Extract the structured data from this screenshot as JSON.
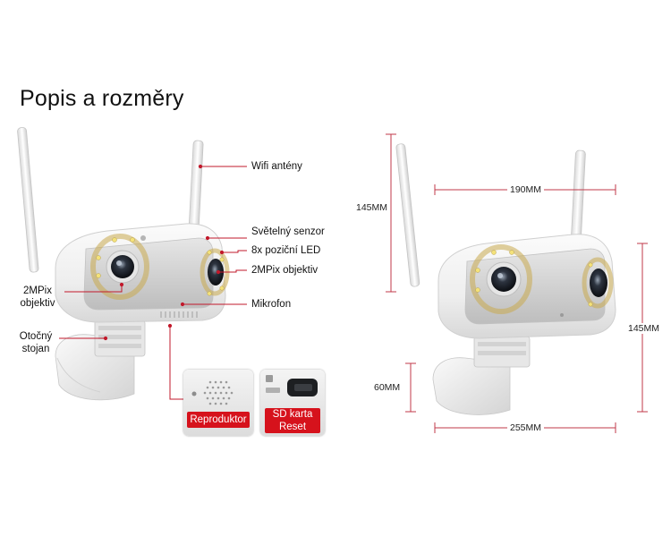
{
  "title": "Popis a rozměry",
  "labels": {
    "wifi": "Wifi antény",
    "light_sensor": "Světelný senzor",
    "led": "8x poziční LED",
    "lens_right": "2MPix objektiv",
    "lens_left_1": "2MPix",
    "lens_left_2": "objektiv",
    "mic": "Mikrofon",
    "stand_1": "Otočný",
    "stand_2": "stojan"
  },
  "callouts": {
    "speaker": "Reproduktor",
    "sd_1": "SD karta",
    "sd_2": "Reset"
  },
  "dimensions": {
    "antenna_height": "145MM",
    "width_top": "190MM",
    "body_height": "145MM",
    "stand_height": "60MM",
    "base_width": "255MM"
  },
  "colors": {
    "accent_red": "#d6121c",
    "dim_line": "#c0394a",
    "body": "#f2f2f2"
  }
}
